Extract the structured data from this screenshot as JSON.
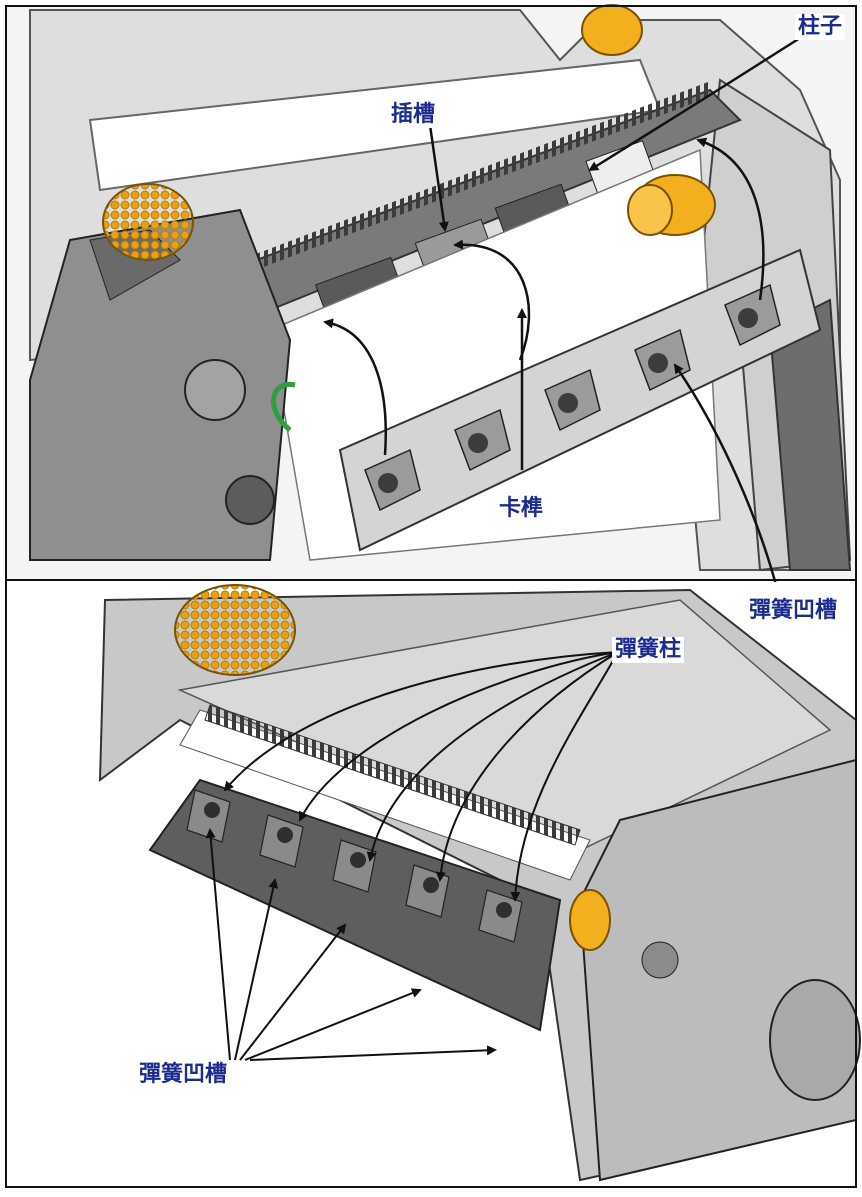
{
  "labels": {
    "post": "柱子",
    "slot": "插槽",
    "latch": "卡榫",
    "spring_groove_top": "彈簧凹槽",
    "spring_post": "彈簧柱",
    "spring_groove_bottom": "彈簧凹槽"
  },
  "colors": {
    "label_text": "#1d2b8f",
    "panel_border": "#111111",
    "housing_gray": "#c9c9c9",
    "dark_gray": "#5f5f5f",
    "roller_yellow": "#f2b01e",
    "cable_green": "#2e9e3e",
    "arrow": "#111111"
  },
  "icons": {
    "arrow": "arrow-icon"
  }
}
